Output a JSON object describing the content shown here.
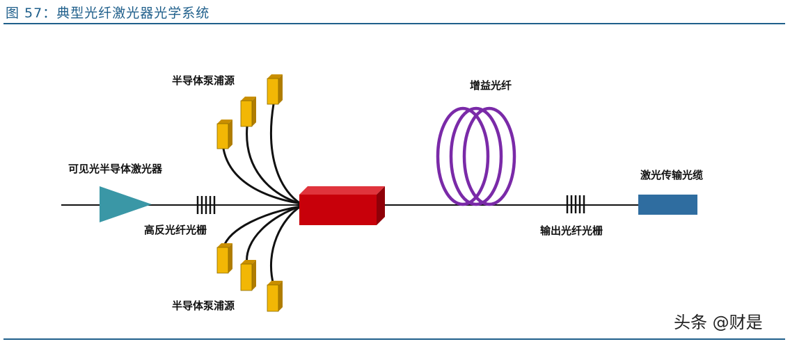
{
  "header": {
    "title": "图 57：典型光纤激光器光学系统"
  },
  "diagram": {
    "labels": {
      "pump_top": "半导体泵浦源",
      "pump_bottom": "半导体泵浦源",
      "seed_laser": "可见光半导体激光器",
      "hr_grating": "高反光纤光栅",
      "gain_fiber": "增益光纤",
      "oc_grating": "输出光纤光栅",
      "output_cable": "激光传输光缆"
    },
    "colors": {
      "pump": "#f2b705",
      "combiner": "#c8000a",
      "gain_fiber": "#7a2aa8",
      "seed_laser": "#3a97a6",
      "output_cable": "#2f6da0",
      "fiber": "#111111",
      "title": "#1f5f8b"
    }
  },
  "watermark": {
    "text": "头条 @财是"
  }
}
